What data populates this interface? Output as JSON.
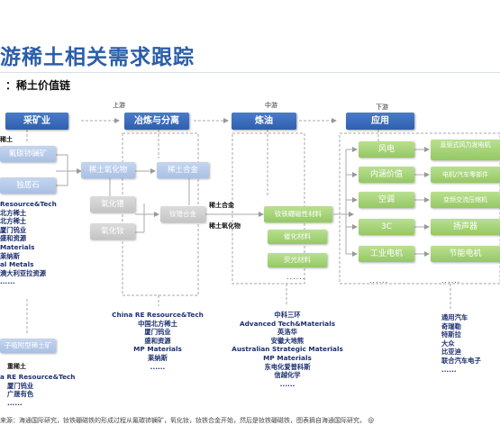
{
  "title": "游稀土相关需求跟踪",
  "subtitle": "：稀土价值链",
  "stages": {
    "upstream": "上游",
    "midstream": "中游",
    "downstream": "下游"
  },
  "headers": {
    "mining": "采矿业",
    "smelting": "冶炼与分离",
    "refining": "炼油",
    "application": "应用"
  },
  "left_col": {
    "rare_earth_label": "稀土",
    "ore1": "氟碳铈镧矿",
    "ore2": "独居石",
    "companies1": [
      "Resource&Tech",
      "北方稀土",
      "北方稀土",
      "厦门钨业",
      "盛和资源",
      "Materials",
      "莱纳斯",
      "al Metals",
      "澳大利亚拉资源",
      "......"
    ],
    "ore3": "子吸附型稀土矿",
    "heavy_label": "重稀土",
    "companies2": [
      "a RE Resource&Tech",
      "厦门钨业",
      "广晟有色",
      "......"
    ]
  },
  "smelting": {
    "oxide": "稀土氧化物",
    "alloy": "稀土合金",
    "praseodymium_oxide": "氧化镨",
    "neodymium_oxide": "氧化钕",
    "prnd_alloy": "钕镨合金",
    "companies": [
      "China RE Resource&Tech",
      "中国北方稀土",
      "厦门钨业",
      "盛和资源",
      "MP Materials",
      "莱纳斯",
      "......"
    ]
  },
  "refining": {
    "label_alloy": "稀土合金",
    "label_oxide": "稀土氧化物",
    "ndfeb": "钕铁硼磁性材料",
    "catalyst": "催化材料",
    "phosphor": "荧光材料",
    "dots": "......",
    "companies": [
      "中科三环",
      "Advanced Tech&Materials",
      "英洛华",
      "安徽大地熊",
      "Australian Strategic Materials",
      "MP Materials",
      "东电化爱普科斯",
      "信越化学",
      "......"
    ]
  },
  "application": {
    "wind": "风电",
    "rail": "内涵价值",
    "ac": "空调",
    "c3": "3C",
    "industrial_motor": "工业电机",
    "dots": "......",
    "direct_drive": "直驱式风力发电机",
    "ev_motor": "电机/汽车零部件",
    "inverter": "变频交流压缩机",
    "speaker": "扬声器",
    "energy_motor": "节能电机",
    "dots2": "......",
    "companies": [
      "通用汽车",
      "奇瑞勒",
      "特斯拉",
      "大众",
      "比亚迪",
      "联合汽车电子",
      "......"
    ]
  },
  "footer": "来源：海通国际研究，钕铁硼磁铁的形成过程从氟碳铈镧矿，氧化钕，钕铁合金开始，然后是钕铁硼磁铁，图表摘自海通国际研究， @"
}
